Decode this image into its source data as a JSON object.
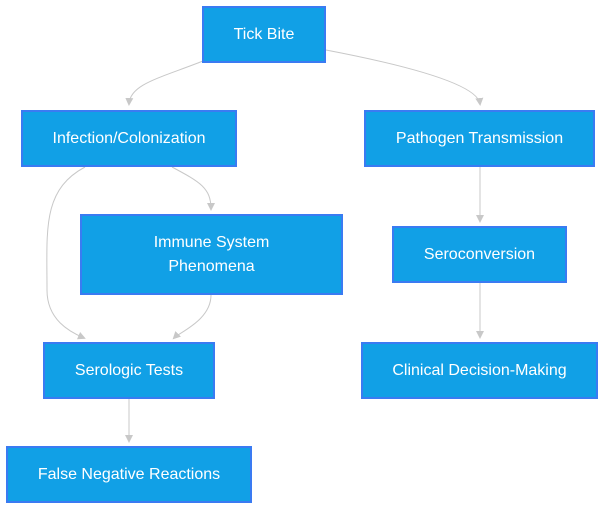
{
  "diagram": {
    "colors": {
      "node_fill": "#11a0e6",
      "node_border": "#3a7bf2",
      "node_text": "#ffffff",
      "edge": "#c8c8c8"
    },
    "nodes": {
      "tick_bite": "Tick Bite",
      "infection": "Infection/Colonization",
      "pathogen": "Pathogen Transmission",
      "immune_line1": "Immune System",
      "immune_line2": "Phenomena",
      "seroconversion": "Seroconversion",
      "serologic": "Serologic Tests",
      "clinical": "Clinical Decision-Making",
      "false_negative": "False Negative Reactions"
    },
    "edges": [
      {
        "from": "Tick Bite",
        "to": "Infection/Colonization"
      },
      {
        "from": "Tick Bite",
        "to": "Pathogen Transmission"
      },
      {
        "from": "Infection/Colonization",
        "to": "Immune System Phenomena"
      },
      {
        "from": "Infection/Colonization",
        "to": "Serologic Tests"
      },
      {
        "from": "Immune System Phenomena",
        "to": "Serologic Tests"
      },
      {
        "from": "Pathogen Transmission",
        "to": "Seroconversion"
      },
      {
        "from": "Seroconversion",
        "to": "Clinical Decision-Making"
      },
      {
        "from": "Serologic Tests",
        "to": "False Negative Reactions"
      }
    ]
  }
}
